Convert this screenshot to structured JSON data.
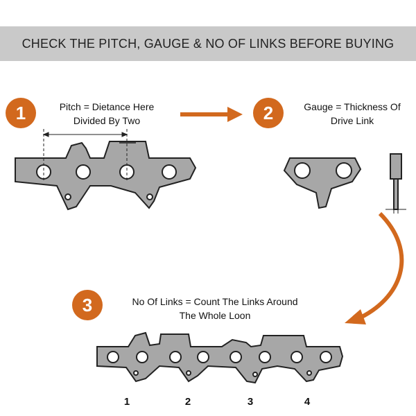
{
  "banner": {
    "title": "CHECK THE PITCH, GAUGE & NO OF LINKS BEFORE BUYING"
  },
  "steps": [
    {
      "number": "1",
      "line1": "Pitch = Dietance Here",
      "line2": "Divided By Two"
    },
    {
      "number": "2",
      "line1": "Gauge = Thickness Of",
      "line2": "Drive Link"
    },
    {
      "number": "3",
      "line1": "No Of Links = Count The Links Around",
      "line2": "The Whole Loon"
    }
  ],
  "link_numbers": [
    "1",
    "2",
    "3",
    "4"
  ],
  "colors": {
    "accent": "#d2691e",
    "chain_fill": "#a7a7a7",
    "outline": "#222222",
    "banner": "#c9c9c9"
  },
  "icons": [
    "right-arrow-icon",
    "curved-arrow-icon"
  ]
}
